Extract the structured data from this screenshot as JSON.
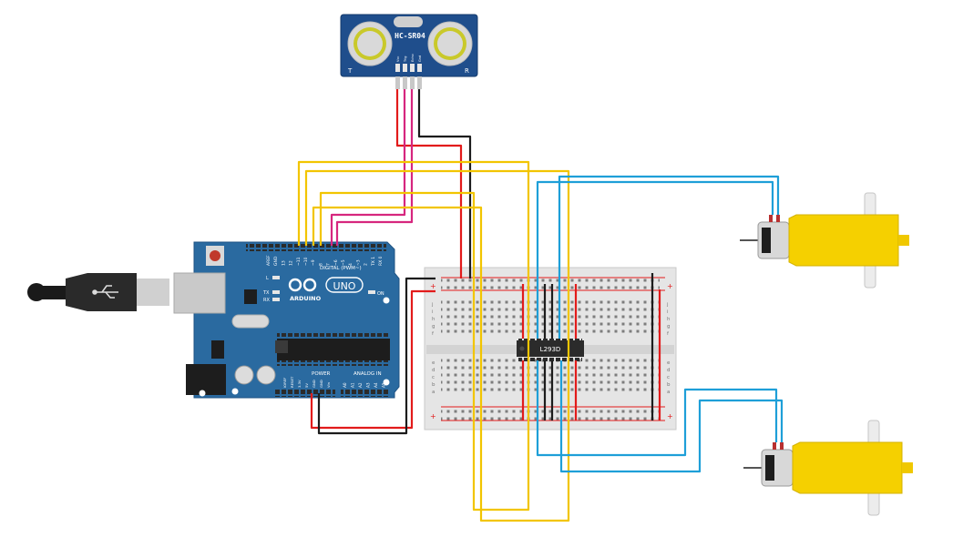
{
  "sensor": {
    "model": "HC-SR04",
    "left_mark": "T",
    "right_mark": "R",
    "pins": [
      "Vcc",
      "Trig",
      "Echo",
      "Gnd"
    ]
  },
  "arduino": {
    "brand": "ARDUINO",
    "model": "UNO",
    "on_label": "ON",
    "digital_label": "DIGITAL (PWM~)",
    "power_label": "POWER",
    "analog_label": "ANALOG IN",
    "tx_label": "TX",
    "rx_label": "RX",
    "l_label": "L",
    "top_pins": [
      "AREF",
      "GND",
      "13",
      "12",
      "~11",
      "~10",
      "~9",
      "8",
      "7",
      "~6",
      "~5",
      "4",
      "~3",
      "2",
      "TX 1",
      "RX 0"
    ],
    "power_pins": [
      "IOREF",
      "RESET",
      "3.3V",
      "5V",
      "GND",
      "GND",
      "Vin"
    ],
    "analog_pins": [
      "A0",
      "A1",
      "A2",
      "A3",
      "A4",
      "A5"
    ]
  },
  "driver": {
    "label": "L293D"
  },
  "breadboard": {
    "rows_top": [
      "j",
      "i",
      "h",
      "g",
      "f"
    ],
    "rows_bottom": [
      "e",
      "d",
      "c",
      "b",
      "a"
    ]
  },
  "colors": {
    "board_blue": "#2a6aa0",
    "wire_yellow": "#f2c500",
    "wire_blue": "#1e9fd8",
    "wire_red": "#e21b1b",
    "wire_black": "#1c1c1c",
    "wire_magenta": "#d6267e",
    "motor_yellow": "#f5d000"
  }
}
